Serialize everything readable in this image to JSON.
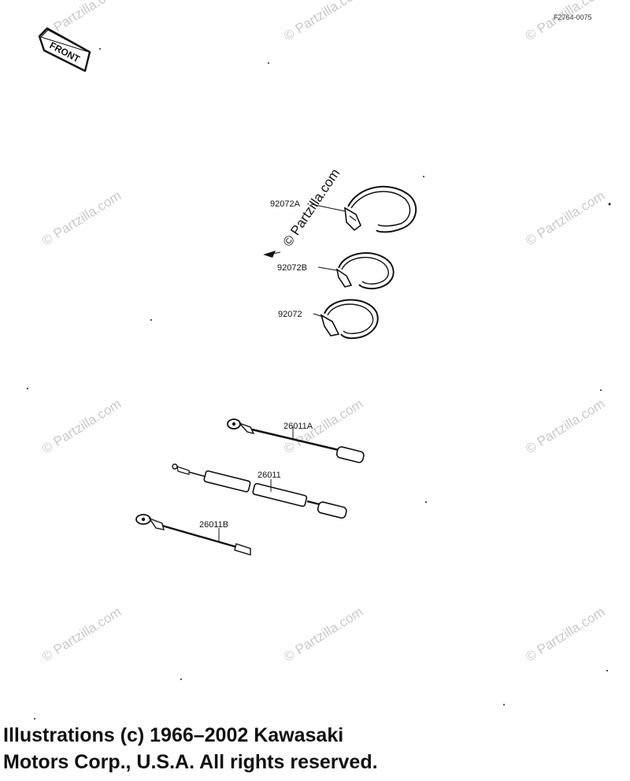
{
  "diagram": {
    "ref_code": "F2764-0075",
    "front_label": "FRONT",
    "watermark": "© Partzilla.com",
    "parts": [
      {
        "id": "clamp-a",
        "number": "92072A"
      },
      {
        "id": "clamp-b",
        "number": "92072B"
      },
      {
        "id": "clamp",
        "number": "92072"
      },
      {
        "id": "lead-a",
        "number": "26011A"
      },
      {
        "id": "lead",
        "number": "26011"
      },
      {
        "id": "lead-b",
        "number": "26011B"
      }
    ]
  },
  "copyright": {
    "line1": "Illustrations (c) 1966–2002 Kawasaki",
    "line2": "Motors Corp., U.S.A.  All rights reserved."
  }
}
